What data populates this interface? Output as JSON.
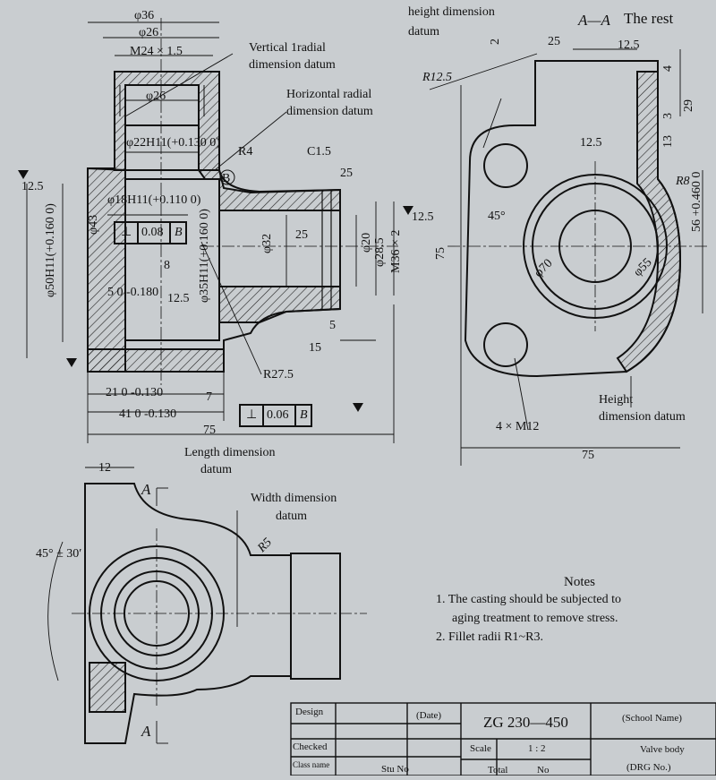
{
  "callouts": {
    "height_datum_top": [
      "height dimension",
      "datum"
    ],
    "vertical_radial_datum": [
      "Vertical 1radial",
      "dimension datum"
    ],
    "horizontal_radial_datum": [
      "Horizontal radial",
      "dimension datum"
    ],
    "height_datum_right": [
      "Height",
      "dimension datum"
    ],
    "length_datum": [
      "Length dimension",
      "datum"
    ],
    "width_datum": [
      "Width dimension",
      "datum"
    ]
  },
  "section": {
    "title": "A—A",
    "rest_note": "The rest"
  },
  "front_dims": [
    "φ36",
    "φ26",
    "M24 × 1.5",
    "φ26",
    "φ22H11(+0.130 0)",
    "φ18H11(+0.110 0)",
    "R4",
    "C1.5",
    "B",
    "12.5",
    "8",
    "5 0 -0.180",
    "12.5",
    "R27.5",
    "21 0 -0.130",
    "7",
    "41 0 -0.130",
    "75",
    "15",
    "5",
    "12.5",
    "25",
    "25",
    "φ43",
    "φ50H11(+0.160 0)",
    "φ35H11(+0.160 0)",
    "φ32",
    "φ20",
    "φ28.5",
    "M36 × 2"
  ],
  "tolerances": [
    {
      "symbol": "⊥",
      "value": "0.08",
      "datum": "B"
    },
    {
      "symbol": "⊥",
      "value": "0.06",
      "datum": "B"
    }
  ],
  "section_dims": [
    "R12.5",
    "45°",
    "12.5",
    "12.5",
    "25",
    "R8",
    "4 × M12",
    "75",
    "75",
    "φ70",
    "φ55",
    "56 +0.460 0",
    "13",
    "29",
    "4",
    "3",
    "2"
  ],
  "top_dims": [
    "12",
    "45° ± 30′",
    "R5",
    "A",
    "A"
  ],
  "notes": {
    "title": "Notes",
    "items": [
      "1. The casting should be subjected to",
      "aging treatment to remove stress.",
      "2. Fillet radii R1~R3."
    ]
  },
  "title_block": {
    "design": "Design",
    "date": "(Date)",
    "checked": "Checked",
    "class_name": "Class name",
    "stu_no": "Stu No",
    "material": "ZG 230—450",
    "scale_label": "Scale",
    "scale_value": "1 : 2",
    "total": "Total",
    "no": "No",
    "school_name": "(School Name)",
    "part_name": "Valve body",
    "drg_no": "(DRG No.)"
  }
}
